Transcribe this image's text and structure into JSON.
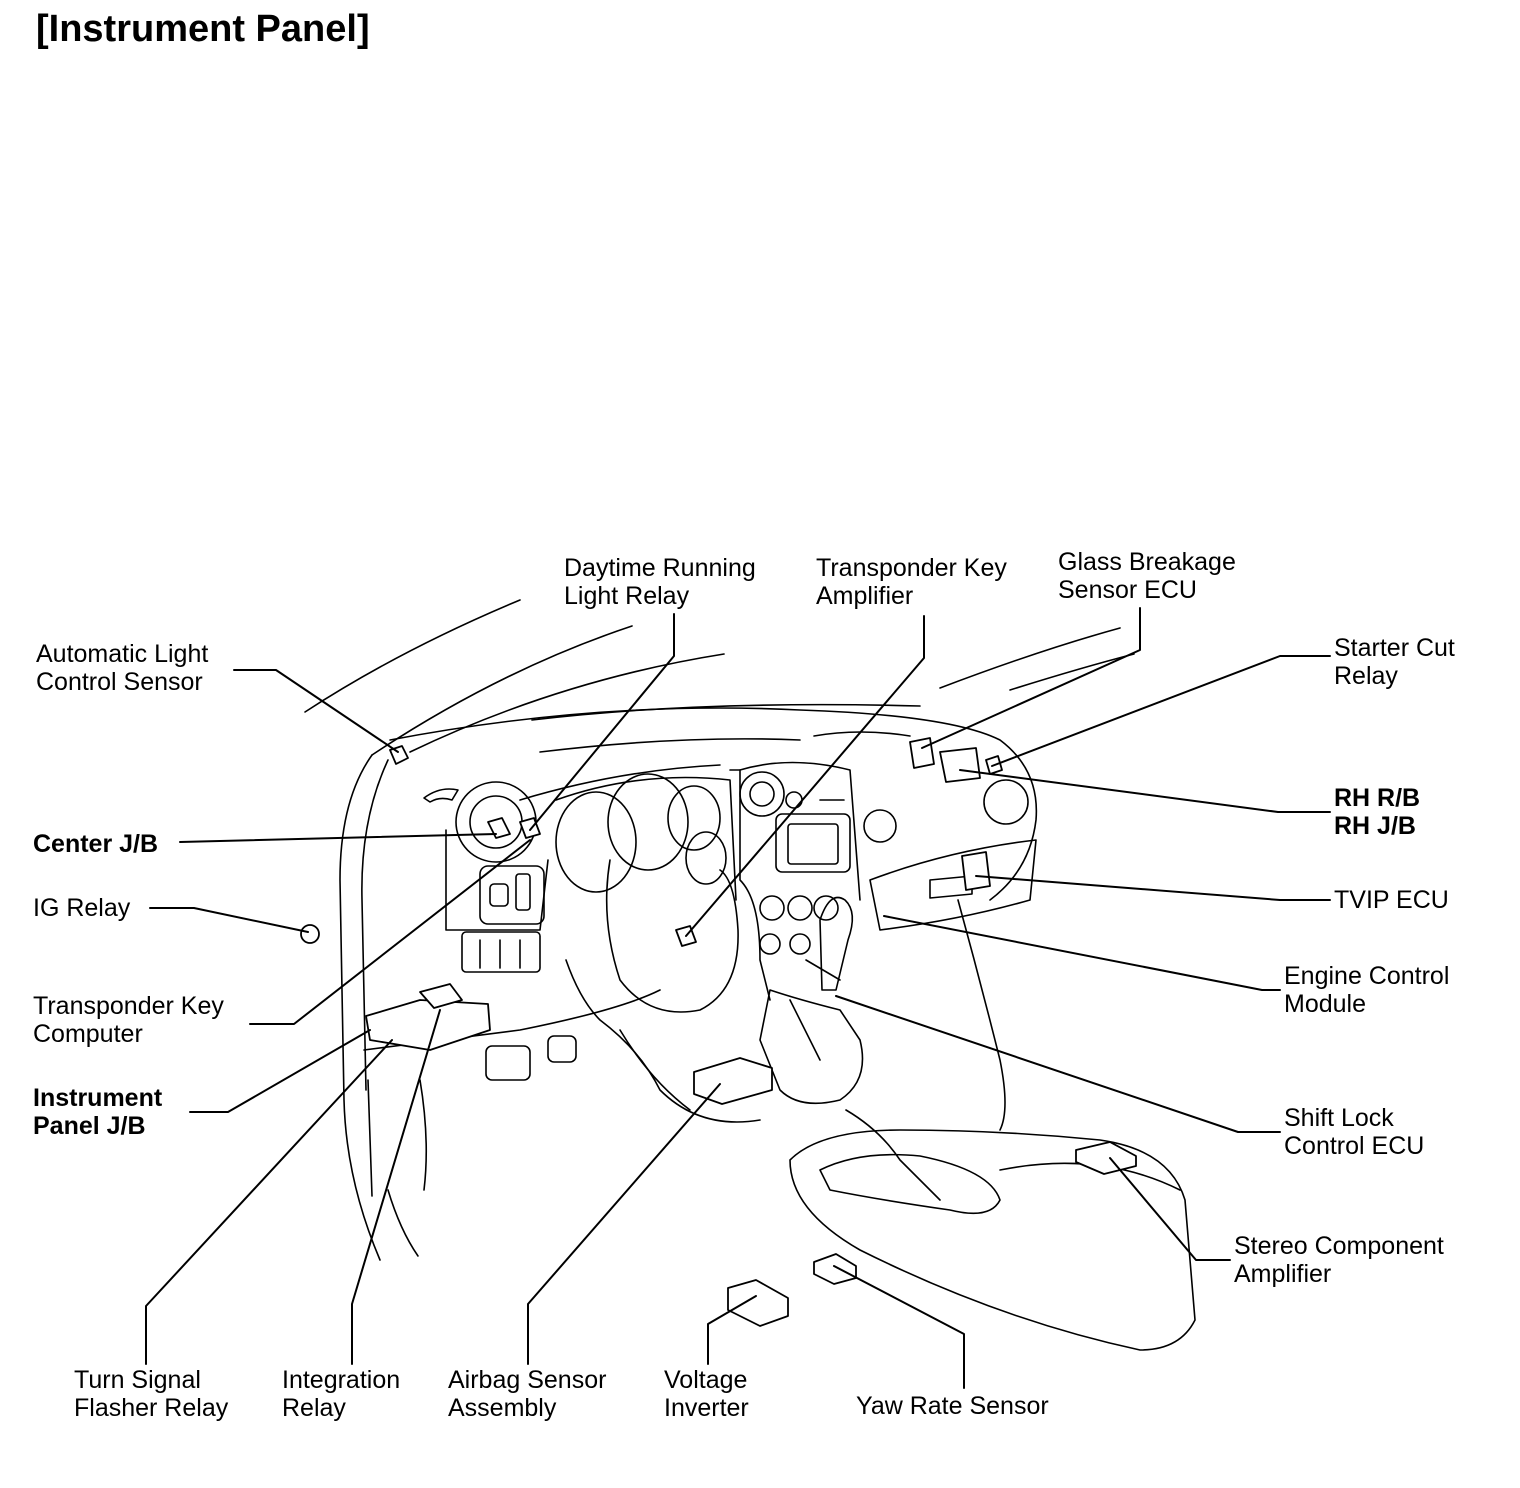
{
  "title": "[Instrument Panel]",
  "labels": {
    "automatic_light_control_sensor": [
      "Automatic Light",
      "Control Sensor"
    ],
    "daytime_running_light_relay": [
      "Daytime Running",
      "Light Relay"
    ],
    "transponder_key_amplifier": [
      "Transponder Key",
      "Amplifier"
    ],
    "glass_breakage_sensor_ecu": [
      "Glass Breakage",
      "Sensor ECU"
    ],
    "starter_cut_relay": [
      "Starter Cut",
      "Relay"
    ],
    "center_jb": [
      "Center J/B"
    ],
    "ig_relay": [
      "IG Relay"
    ],
    "transponder_key_computer": [
      "Transponder Key",
      "Computer"
    ],
    "instrument_panel_jb": [
      "Instrument",
      "Panel J/B"
    ],
    "rh_rb_jb": [
      "RH R/B",
      "RH J/B"
    ],
    "tvip_ecu": [
      "TVIP ECU"
    ],
    "engine_control_module": [
      "Engine Control",
      "Module"
    ],
    "shift_lock_control_ecu": [
      "Shift Lock",
      "Control ECU"
    ],
    "stereo_component_amplifier": [
      "Stereo Component",
      "Amplifier"
    ],
    "turn_signal_flasher_relay": [
      "Turn Signal",
      "Flasher Relay"
    ],
    "integration_relay": [
      "Integration",
      "Relay"
    ],
    "airbag_sensor_assembly": [
      "Airbag Sensor",
      "Assembly"
    ],
    "voltage_inverter": [
      "Voltage",
      "Inverter"
    ],
    "yaw_rate_sensor": [
      "Yaw Rate Sensor"
    ]
  }
}
